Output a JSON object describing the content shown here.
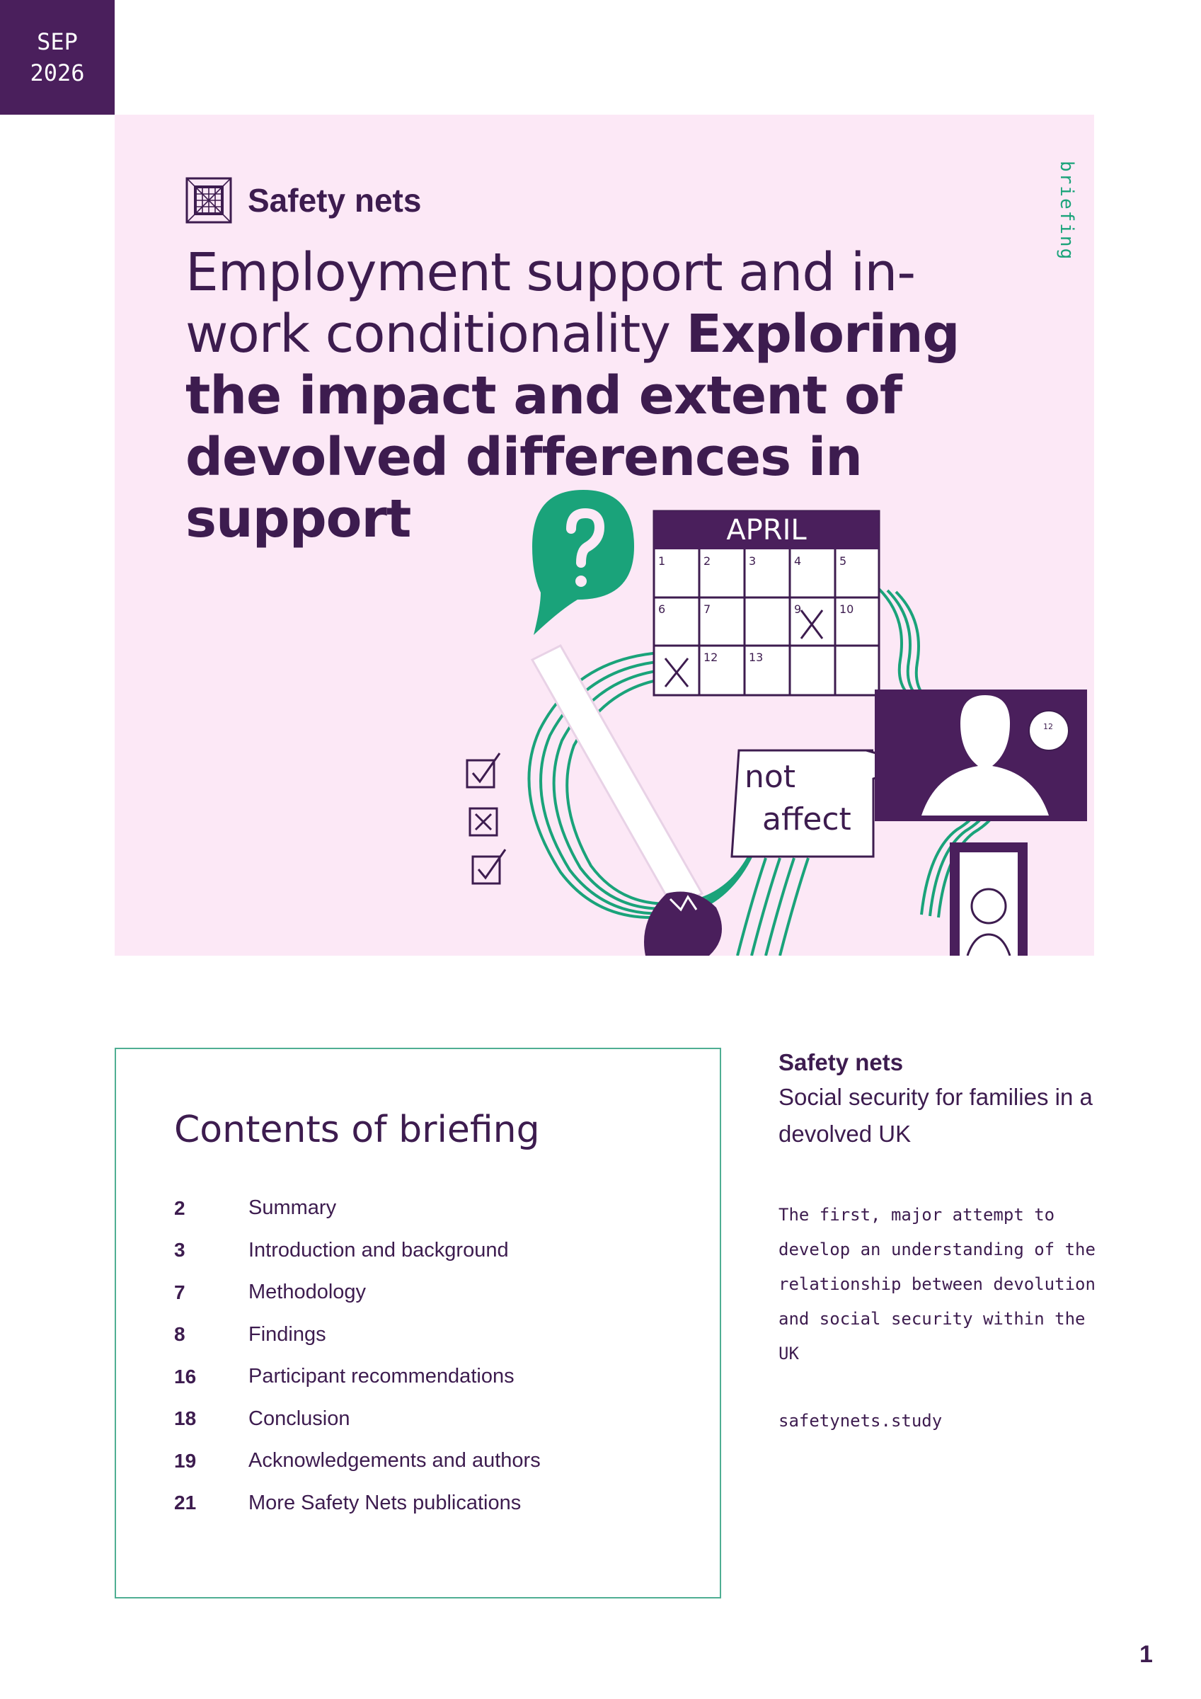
{
  "date_tab": {
    "month": "SEP",
    "year": "2026"
  },
  "cover": {
    "brand": "Safety nets",
    "side_label": "briefing",
    "title_light": "Employment support and in-work conditionality",
    "title_bold": "Exploring the impact and extent of devolved differences in support",
    "illustration": {
      "calendar_month": "APRIL",
      "calendar_days": [
        "1",
        "2",
        "3",
        "4",
        "5",
        "6",
        "7",
        "9",
        "10",
        "12",
        "13"
      ],
      "note_line1": "not",
      "note_line2": "affect",
      "clock_label": "12",
      "icons": [
        "question-speech-bubble-icon",
        "calendar-icon",
        "pencil-icon",
        "checkbox-list-icon",
        "video-call-icon"
      ]
    }
  },
  "contents": {
    "heading": "Contents of briefing",
    "items": [
      {
        "page": "2",
        "label": "Summary"
      },
      {
        "page": "3",
        "label": "Introduction and background"
      },
      {
        "page": "7",
        "label": "Methodology"
      },
      {
        "page": "8",
        "label": "Findings"
      },
      {
        "page": "16",
        "label": "Participant recommendations"
      },
      {
        "page": "18",
        "label": "Conclusion"
      },
      {
        "page": "19",
        "label": "Acknowledgements and authors"
      },
      {
        "page": "21",
        "label": "More Safety Nets publications"
      }
    ]
  },
  "aside": {
    "title": "Safety nets",
    "subtitle": "Social security for families in a devolved UK",
    "blurb": "The first, major attempt to develop an understanding of the relationship between devolution and social security within the UK",
    "url": "safetynets.study"
  },
  "page_number": "1",
  "colors": {
    "brand_purple": "#4a1f5c",
    "text_purple": "#3d1c4f",
    "cover_pink": "#fce8f6",
    "accent_green": "#1aa37a",
    "box_border": "#4fae93"
  }
}
